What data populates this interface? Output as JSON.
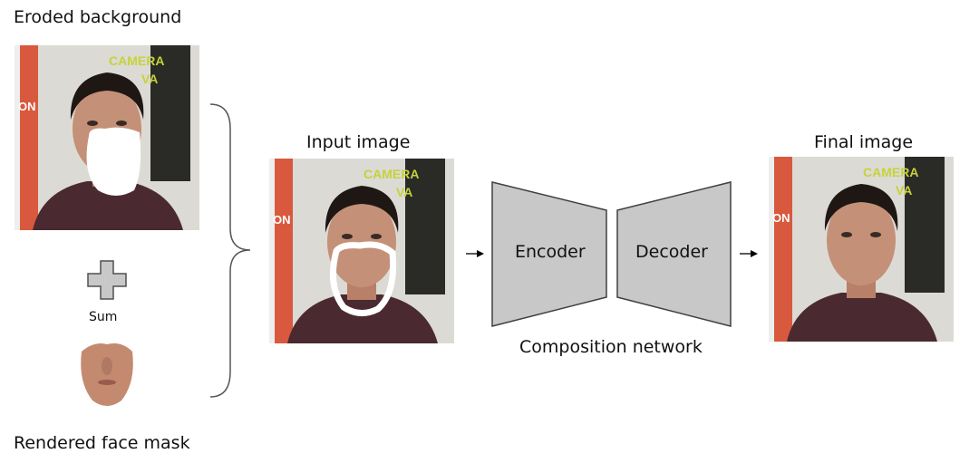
{
  "labels": {
    "eroded_background": "Eroded background",
    "sum": "Sum",
    "rendered_face_mask": "Rendered face mask",
    "input_image": "Input image",
    "final_image": "Final image",
    "encoder": "Encoder",
    "decoder": "Decoder",
    "composition_network": "Composition network"
  },
  "colors": {
    "block_fill": "#c8c8c8",
    "block_stroke": "#404040",
    "poster_red": "#d9593e",
    "poster_dark": "#2a2a26",
    "poster_text": "#c6d23a",
    "shirt": "#4a2a30",
    "skin": "#c49078",
    "wall": "#dcdad4"
  }
}
